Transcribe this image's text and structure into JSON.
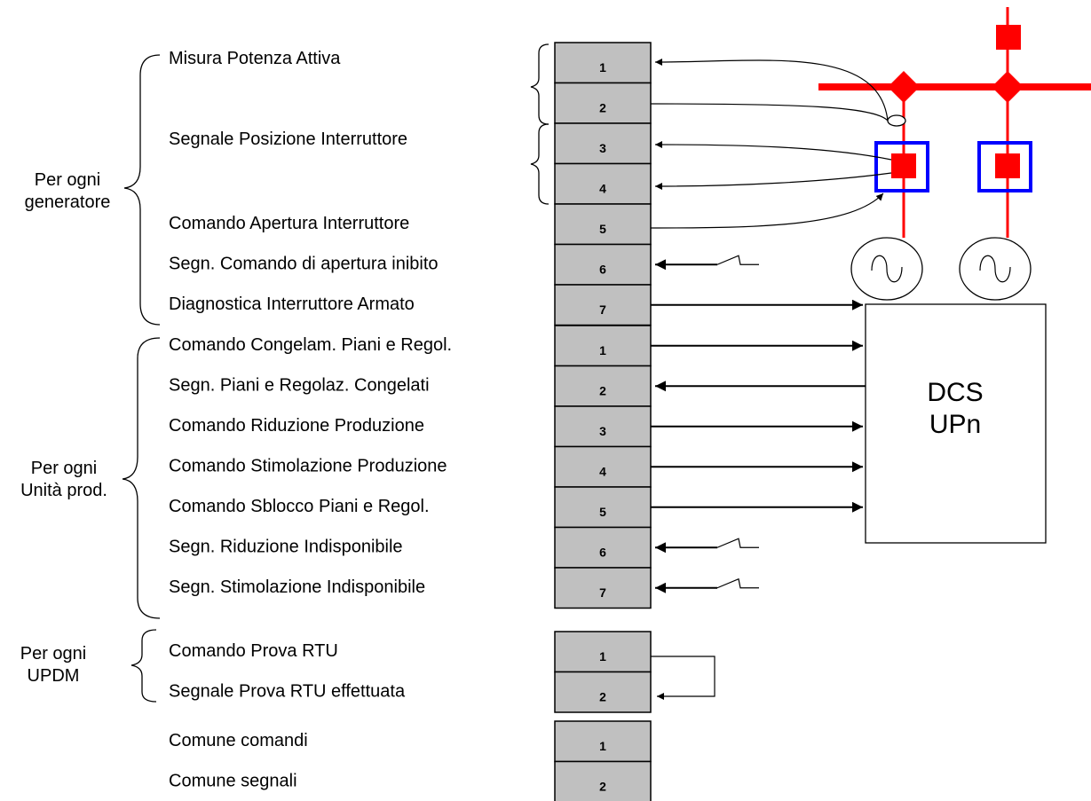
{
  "groups": {
    "generatore": {
      "line1": "Per ogni",
      "line2": "generatore"
    },
    "unita": {
      "line1": "Per ogni",
      "line2": "Unità prod."
    },
    "updm": {
      "line1": "Per ogni",
      "line2": "UPDM"
    }
  },
  "blocks": [
    {
      "name": "generator",
      "signals": [
        {
          "num": "1",
          "label": "Misura Potenza Attiva"
        },
        {
          "num": "2",
          "label": ""
        },
        {
          "num": "3",
          "label": "Segnale Posizione Interruttore"
        },
        {
          "num": "4",
          "label": ""
        },
        {
          "num": "5",
          "label": "Comando Apertura Interruttore"
        },
        {
          "num": "6",
          "label": "Segn. Comando di apertura inibito"
        },
        {
          "num": "7",
          "label": "Diagnostica Interruttore Armato"
        }
      ]
    },
    {
      "name": "production-unit",
      "signals": [
        {
          "num": "1",
          "label": "Comando Congelam. Piani e Regol."
        },
        {
          "num": "2",
          "label": "Segn. Piani e Regolaz. Congelati"
        },
        {
          "num": "3",
          "label": "Comando Riduzione Produzione"
        },
        {
          "num": "4",
          "label": "Comando Stimolazione Produzione"
        },
        {
          "num": "5",
          "label": "Comando Sblocco Piani e Regol."
        },
        {
          "num": "6",
          "label": "Segn. Riduzione Indisponibile"
        },
        {
          "num": "7",
          "label": "Segn. Stimolazione Indisponibile"
        }
      ]
    },
    {
      "name": "updm",
      "signals": [
        {
          "num": "1",
          "label": "Comando Prova RTU"
        },
        {
          "num": "2",
          "label": "Segnale Prova RTU effettuata"
        }
      ]
    },
    {
      "name": "common",
      "signals": [
        {
          "num": "1",
          "label": "Comune comandi"
        },
        {
          "num": "2",
          "label": "Comune segnali"
        }
      ]
    }
  ],
  "dcs": {
    "line1": "DCS",
    "line2": "UPn"
  },
  "colors": {
    "terminal": "#c0c0c0",
    "power": "#ff0000",
    "breaker_frame": "#0000ff"
  }
}
